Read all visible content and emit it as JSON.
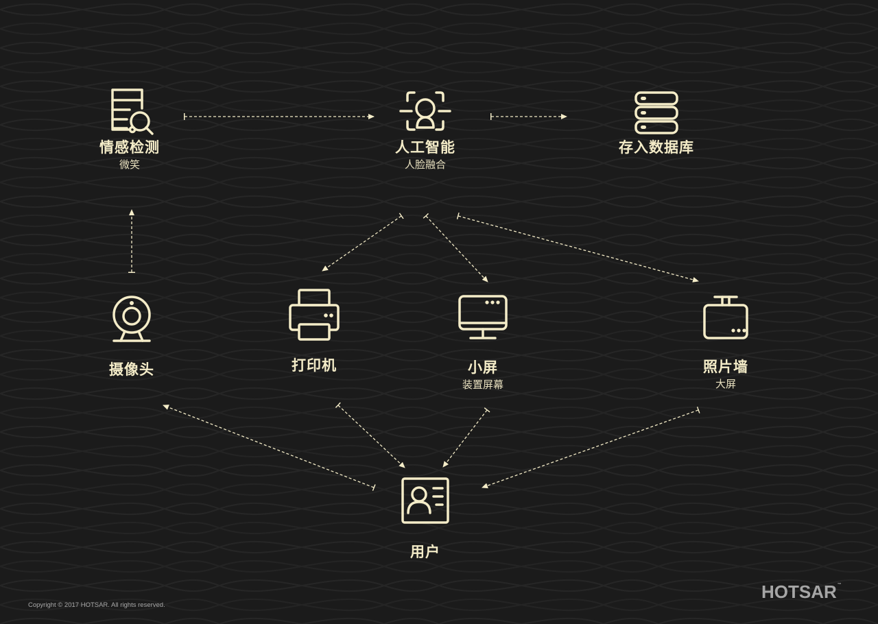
{
  "colors": {
    "background": "#1b1b1b",
    "accent": "#f4ecc8",
    "pattern": "#262626",
    "footer_text": "#a9a9a9"
  },
  "nodes": {
    "emotion": {
      "title": "情感检测",
      "subtitle": "微笑",
      "icon": "document-search-icon"
    },
    "ai": {
      "title": "人工智能",
      "subtitle": "人脸融合",
      "icon": "face-scan-icon"
    },
    "database": {
      "title": "存入数据库",
      "icon": "server-stack-icon"
    },
    "camera": {
      "title": "摄像头",
      "icon": "webcam-icon"
    },
    "printer": {
      "title": "打印机",
      "icon": "printer-icon"
    },
    "small_screen": {
      "title": "小屏",
      "subtitle": "装置屏幕",
      "icon": "monitor-icon"
    },
    "photo_wall": {
      "title": "照片墙",
      "subtitle": "大屏",
      "icon": "hanging-screen-icon"
    },
    "user": {
      "title": "用户",
      "icon": "id-card-icon"
    }
  },
  "edges": [
    {
      "from": "camera",
      "to": "emotion"
    },
    {
      "from": "emotion",
      "to": "ai"
    },
    {
      "from": "ai",
      "to": "database"
    },
    {
      "from": "ai",
      "to": "printer"
    },
    {
      "from": "ai",
      "to": "small_screen"
    },
    {
      "from": "ai",
      "to": "photo_wall"
    },
    {
      "from": "user",
      "to": "camera"
    },
    {
      "from": "printer",
      "to": "user"
    },
    {
      "from": "small_screen",
      "to": "user"
    },
    {
      "from": "photo_wall",
      "to": "user"
    }
  ],
  "footer": {
    "copyright": "Copyright © 2017 HOTSAR. All rights reserved.",
    "logo": "HOTSAR",
    "trademark": "™"
  }
}
